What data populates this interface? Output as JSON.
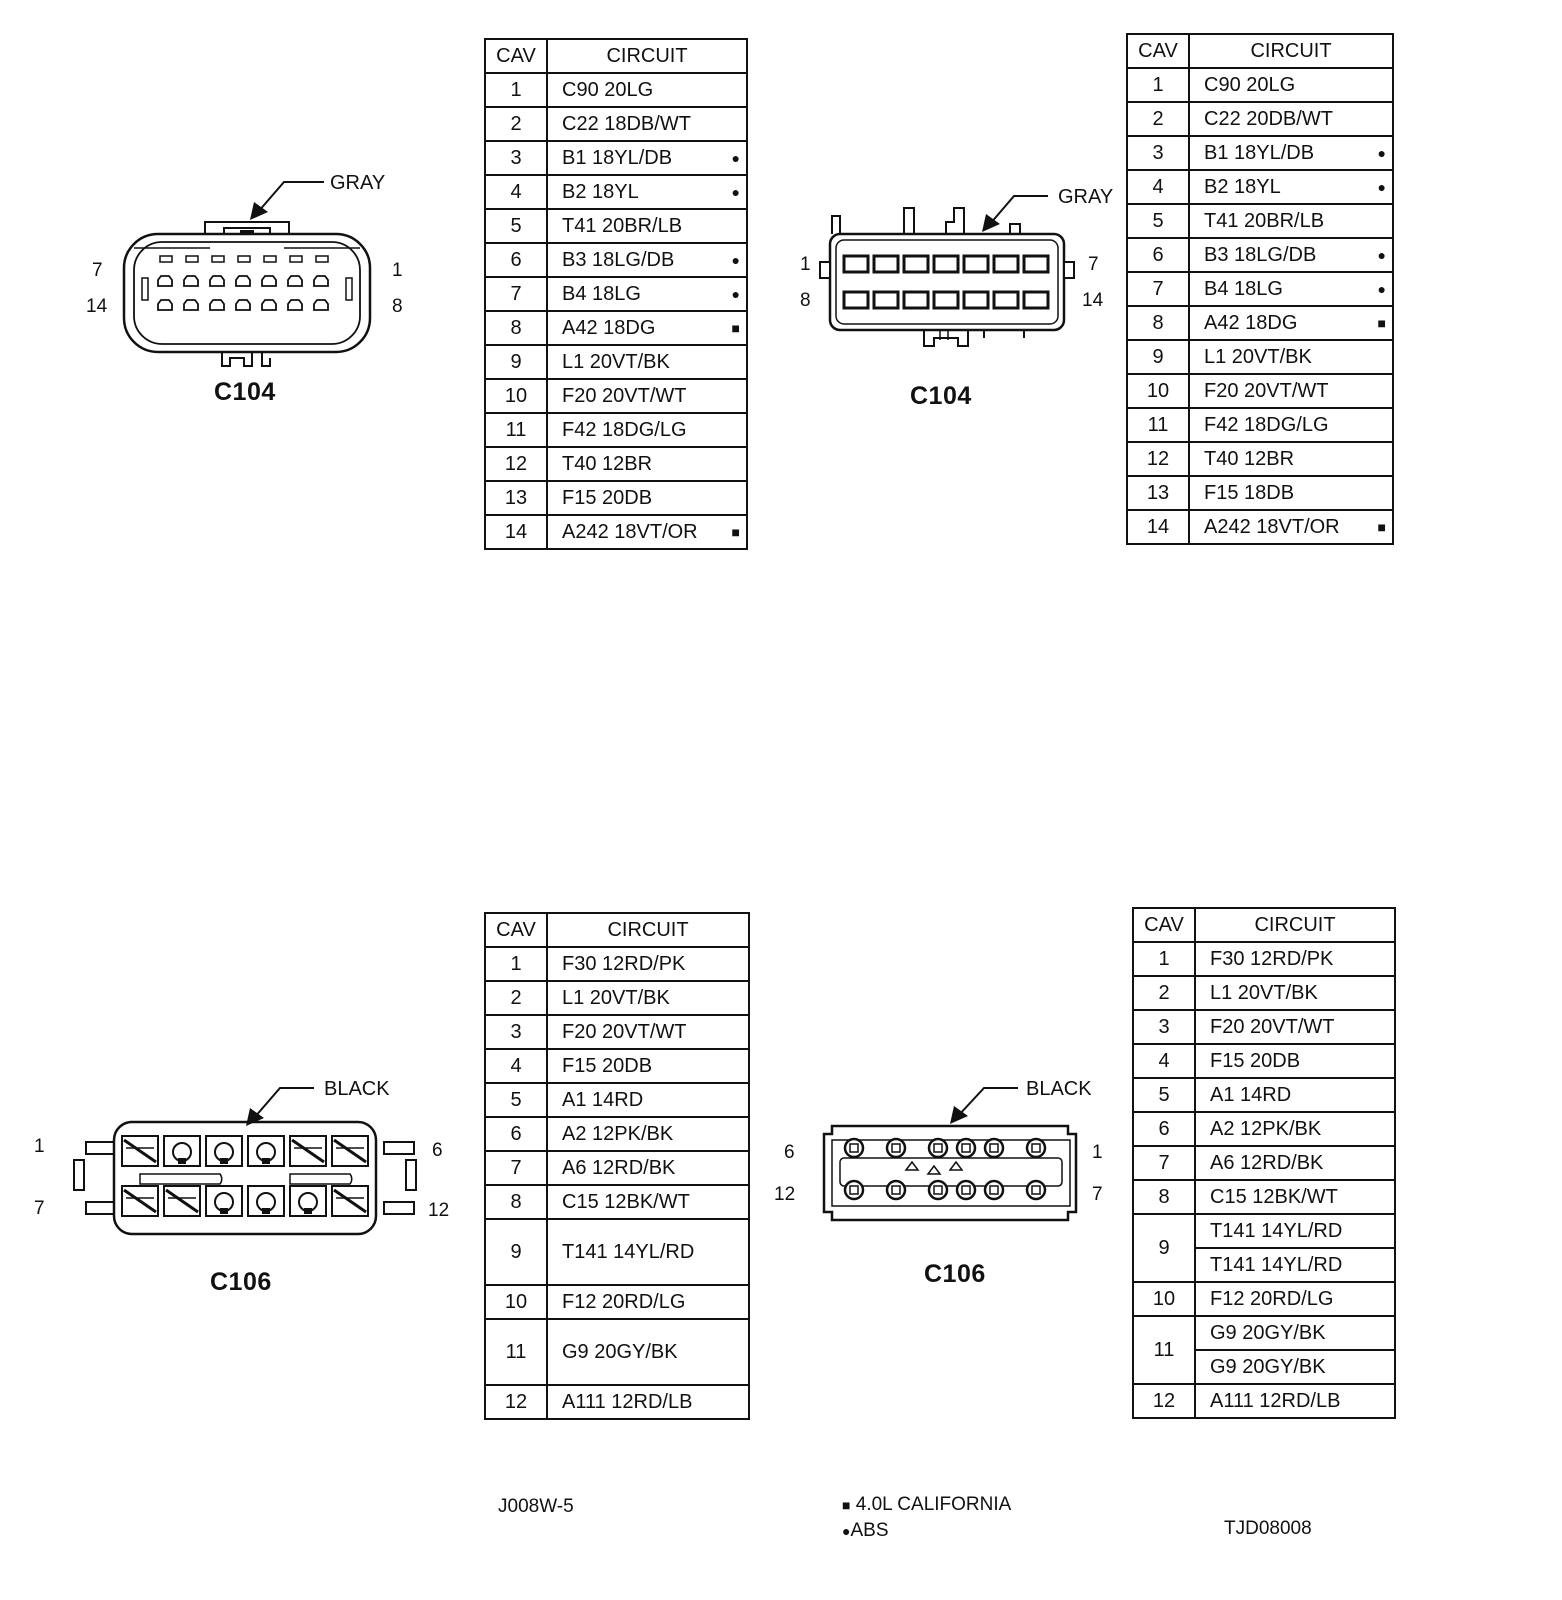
{
  "diagrams": [
    {
      "id": "c104-male",
      "connector_label": "C104",
      "color_label": "GRAY",
      "pin_labels": {
        "top_left": "7",
        "bottom_left": "14",
        "top_right": "1",
        "bottom_right": "8"
      },
      "table": {
        "header": {
          "cav": "CAV",
          "circuit": "CIRCUIT"
        },
        "rows": [
          {
            "cav": "1",
            "circuit": "C90 20LG",
            "marker": ""
          },
          {
            "cav": "2",
            "circuit": "C22 18DB/WT",
            "marker": ""
          },
          {
            "cav": "3",
            "circuit": "B1 18YL/DB",
            "marker": "●"
          },
          {
            "cav": "4",
            "circuit": "B2 18YL",
            "marker": "●"
          },
          {
            "cav": "5",
            "circuit": "T41 20BR/LB",
            "marker": ""
          },
          {
            "cav": "6",
            "circuit": "B3 18LG/DB",
            "marker": "●"
          },
          {
            "cav": "7",
            "circuit": "B4 18LG",
            "marker": "●"
          },
          {
            "cav": "8",
            "circuit": "A42 18DG",
            "marker": "■"
          },
          {
            "cav": "9",
            "circuit": "L1 20VT/BK",
            "marker": ""
          },
          {
            "cav": "10",
            "circuit": "F20 20VT/WT",
            "marker": ""
          },
          {
            "cav": "11",
            "circuit": "F42 18DG/LG",
            "marker": ""
          },
          {
            "cav": "12",
            "circuit": "T40 12BR",
            "marker": ""
          },
          {
            "cav": "13",
            "circuit": "F15 20DB",
            "marker": ""
          },
          {
            "cav": "14",
            "circuit": "A242 18VT/OR",
            "marker": "■"
          }
        ]
      }
    },
    {
      "id": "c104-female",
      "connector_label": "C104",
      "color_label": "GRAY",
      "pin_labels": {
        "top_left": "1",
        "bottom_left": "8",
        "top_right": "7",
        "bottom_right": "14"
      },
      "table": {
        "header": {
          "cav": "CAV",
          "circuit": "CIRCUIT"
        },
        "rows": [
          {
            "cav": "1",
            "circuit": "C90 20LG",
            "marker": ""
          },
          {
            "cav": "2",
            "circuit": "C22 20DB/WT",
            "marker": ""
          },
          {
            "cav": "3",
            "circuit": "B1 18YL/DB",
            "marker": "●"
          },
          {
            "cav": "4",
            "circuit": "B2 18YL",
            "marker": "●"
          },
          {
            "cav": "5",
            "circuit": "T41 20BR/LB",
            "marker": ""
          },
          {
            "cav": "6",
            "circuit": "B3 18LG/DB",
            "marker": "●"
          },
          {
            "cav": "7",
            "circuit": "B4 18LG",
            "marker": "●"
          },
          {
            "cav": "8",
            "circuit": "A42 18DG",
            "marker": "■"
          },
          {
            "cav": "9",
            "circuit": "L1 20VT/BK",
            "marker": ""
          },
          {
            "cav": "10",
            "circuit": "F20 20VT/WT",
            "marker": ""
          },
          {
            "cav": "11",
            "circuit": "F42 18DG/LG",
            "marker": ""
          },
          {
            "cav": "12",
            "circuit": "T40 12BR",
            "marker": ""
          },
          {
            "cav": "13",
            "circuit": "F15 18DB",
            "marker": ""
          },
          {
            "cav": "14",
            "circuit": "A242 18VT/OR",
            "marker": "■"
          }
        ]
      }
    },
    {
      "id": "c106-male",
      "connector_label": "C106",
      "color_label": "BLACK",
      "pin_labels": {
        "top_left": "1",
        "bottom_left": "7",
        "top_right": "6",
        "bottom_right": "12"
      },
      "table": {
        "header": {
          "cav": "CAV",
          "circuit": "CIRCUIT"
        },
        "rows": [
          {
            "cav": "1",
            "circuits": [
              "F30 12RD/PK"
            ]
          },
          {
            "cav": "2",
            "circuits": [
              "L1 20VT/BK"
            ]
          },
          {
            "cav": "3",
            "circuits": [
              "F20 20VT/WT"
            ]
          },
          {
            "cav": "4",
            "circuits": [
              "F15 20DB"
            ]
          },
          {
            "cav": "5",
            "circuits": [
              "A1 14RD"
            ]
          },
          {
            "cav": "6",
            "circuits": [
              "A2 12PK/BK"
            ]
          },
          {
            "cav": "7",
            "circuits": [
              "A6 12RD/BK"
            ]
          },
          {
            "cav": "8",
            "circuits": [
              "C15 12BK/WT"
            ]
          },
          {
            "cav": "9",
            "circuits": [
              "T141 14YL/RD"
            ],
            "tall": true
          },
          {
            "cav": "10",
            "circuits": [
              "F12 20RD/LG"
            ]
          },
          {
            "cav": "11",
            "circuits": [
              "G9 20GY/BK"
            ],
            "tall": true
          },
          {
            "cav": "12",
            "circuits": [
              "A111 12RD/LB"
            ]
          }
        ]
      }
    },
    {
      "id": "c106-female",
      "connector_label": "C106",
      "color_label": "BLACK",
      "pin_labels": {
        "top_left": "6",
        "bottom_left": "12",
        "top_right": "1",
        "bottom_right": "7"
      },
      "table": {
        "header": {
          "cav": "CAV",
          "circuit": "CIRCUIT"
        },
        "rows": [
          {
            "cav": "1",
            "circuits": [
              "F30 12RD/PK"
            ]
          },
          {
            "cav": "2",
            "circuits": [
              "L1 20VT/BK"
            ]
          },
          {
            "cav": "3",
            "circuits": [
              "F20 20VT/WT"
            ]
          },
          {
            "cav": "4",
            "circuits": [
              "F15 20DB"
            ]
          },
          {
            "cav": "5",
            "circuits": [
              "A1 14RD"
            ]
          },
          {
            "cav": "6",
            "circuits": [
              "A2 12PK/BK"
            ]
          },
          {
            "cav": "7",
            "circuits": [
              "A6 12RD/BK"
            ]
          },
          {
            "cav": "8",
            "circuits": [
              "C15 12BK/WT"
            ]
          },
          {
            "cav": "9",
            "circuits": [
              "T141 14YL/RD",
              "T141 14YL/RD"
            ]
          },
          {
            "cav": "10",
            "circuits": [
              "F12 20RD/LG"
            ]
          },
          {
            "cav": "11",
            "circuits": [
              "G9 20GY/BK",
              "G9 20GY/BK"
            ]
          },
          {
            "cav": "12",
            "circuits": [
              "A111 12RD/LB"
            ]
          }
        ]
      }
    }
  ],
  "footer": {
    "left_code": "J008W-5",
    "legend": [
      {
        "symbol": "■",
        "text": "4.0L CALIFORNIA"
      },
      {
        "symbol": "●",
        "text": "ABS"
      }
    ],
    "right_code": "TJD08008"
  }
}
